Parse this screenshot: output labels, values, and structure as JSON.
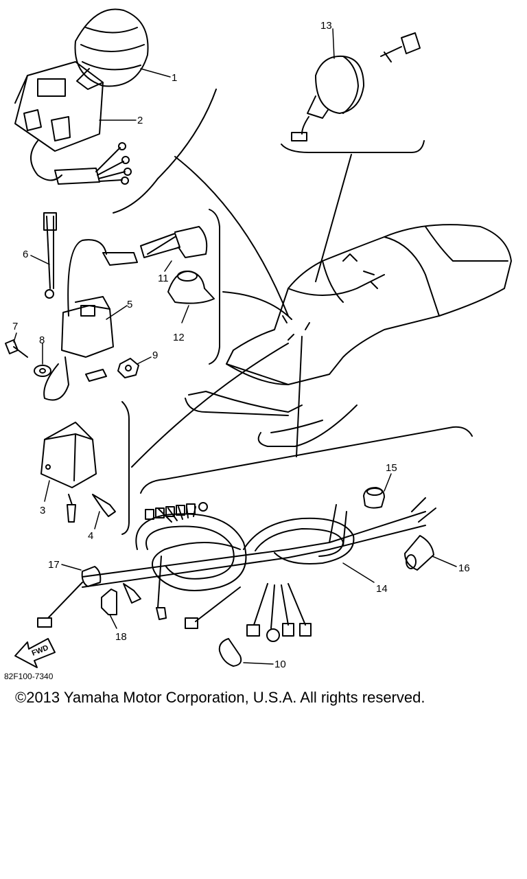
{
  "diagram": {
    "drawing_code": "82F100-7340",
    "copyright": "©2013 Yamaha Motor Corporation, U.S.A. All rights reserved.",
    "fwd_label": "FWD",
    "callouts": [
      "1",
      "2",
      "3",
      "4",
      "5",
      "6",
      "7",
      "8",
      "9",
      "10",
      "11",
      "12",
      "13",
      "14",
      "15",
      "16",
      "17",
      "18"
    ]
  }
}
